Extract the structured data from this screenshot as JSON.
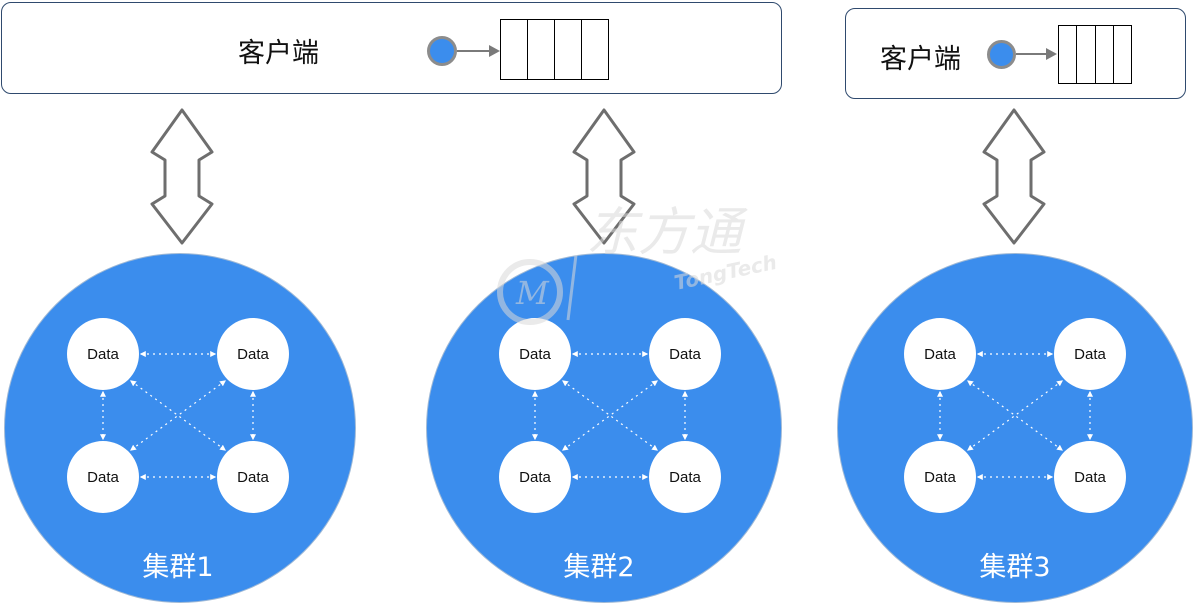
{
  "clients": [
    {
      "label": "客户端"
    },
    {
      "label": "客户端"
    }
  ],
  "clusters": [
    {
      "label": "集群1",
      "nodes": [
        "Data",
        "Data",
        "Data",
        "Data"
      ]
    },
    {
      "label": "集群2",
      "nodes": [
        "Data",
        "Data",
        "Data",
        "Data"
      ]
    },
    {
      "label": "集群3",
      "nodes": [
        "Data",
        "Data",
        "Data",
        "Data"
      ]
    }
  ],
  "watermark": {
    "text_cn": "东方通",
    "text_en": "TongTech"
  },
  "colors": {
    "cluster_fill": "#3b8ded",
    "box_border": "#2f4a6e",
    "arrow_gray": "#7a7a7a",
    "connector": "#ffffff"
  },
  "icons": [
    "double-arrow-icon",
    "queue-icon",
    "message-dot-icon"
  ]
}
